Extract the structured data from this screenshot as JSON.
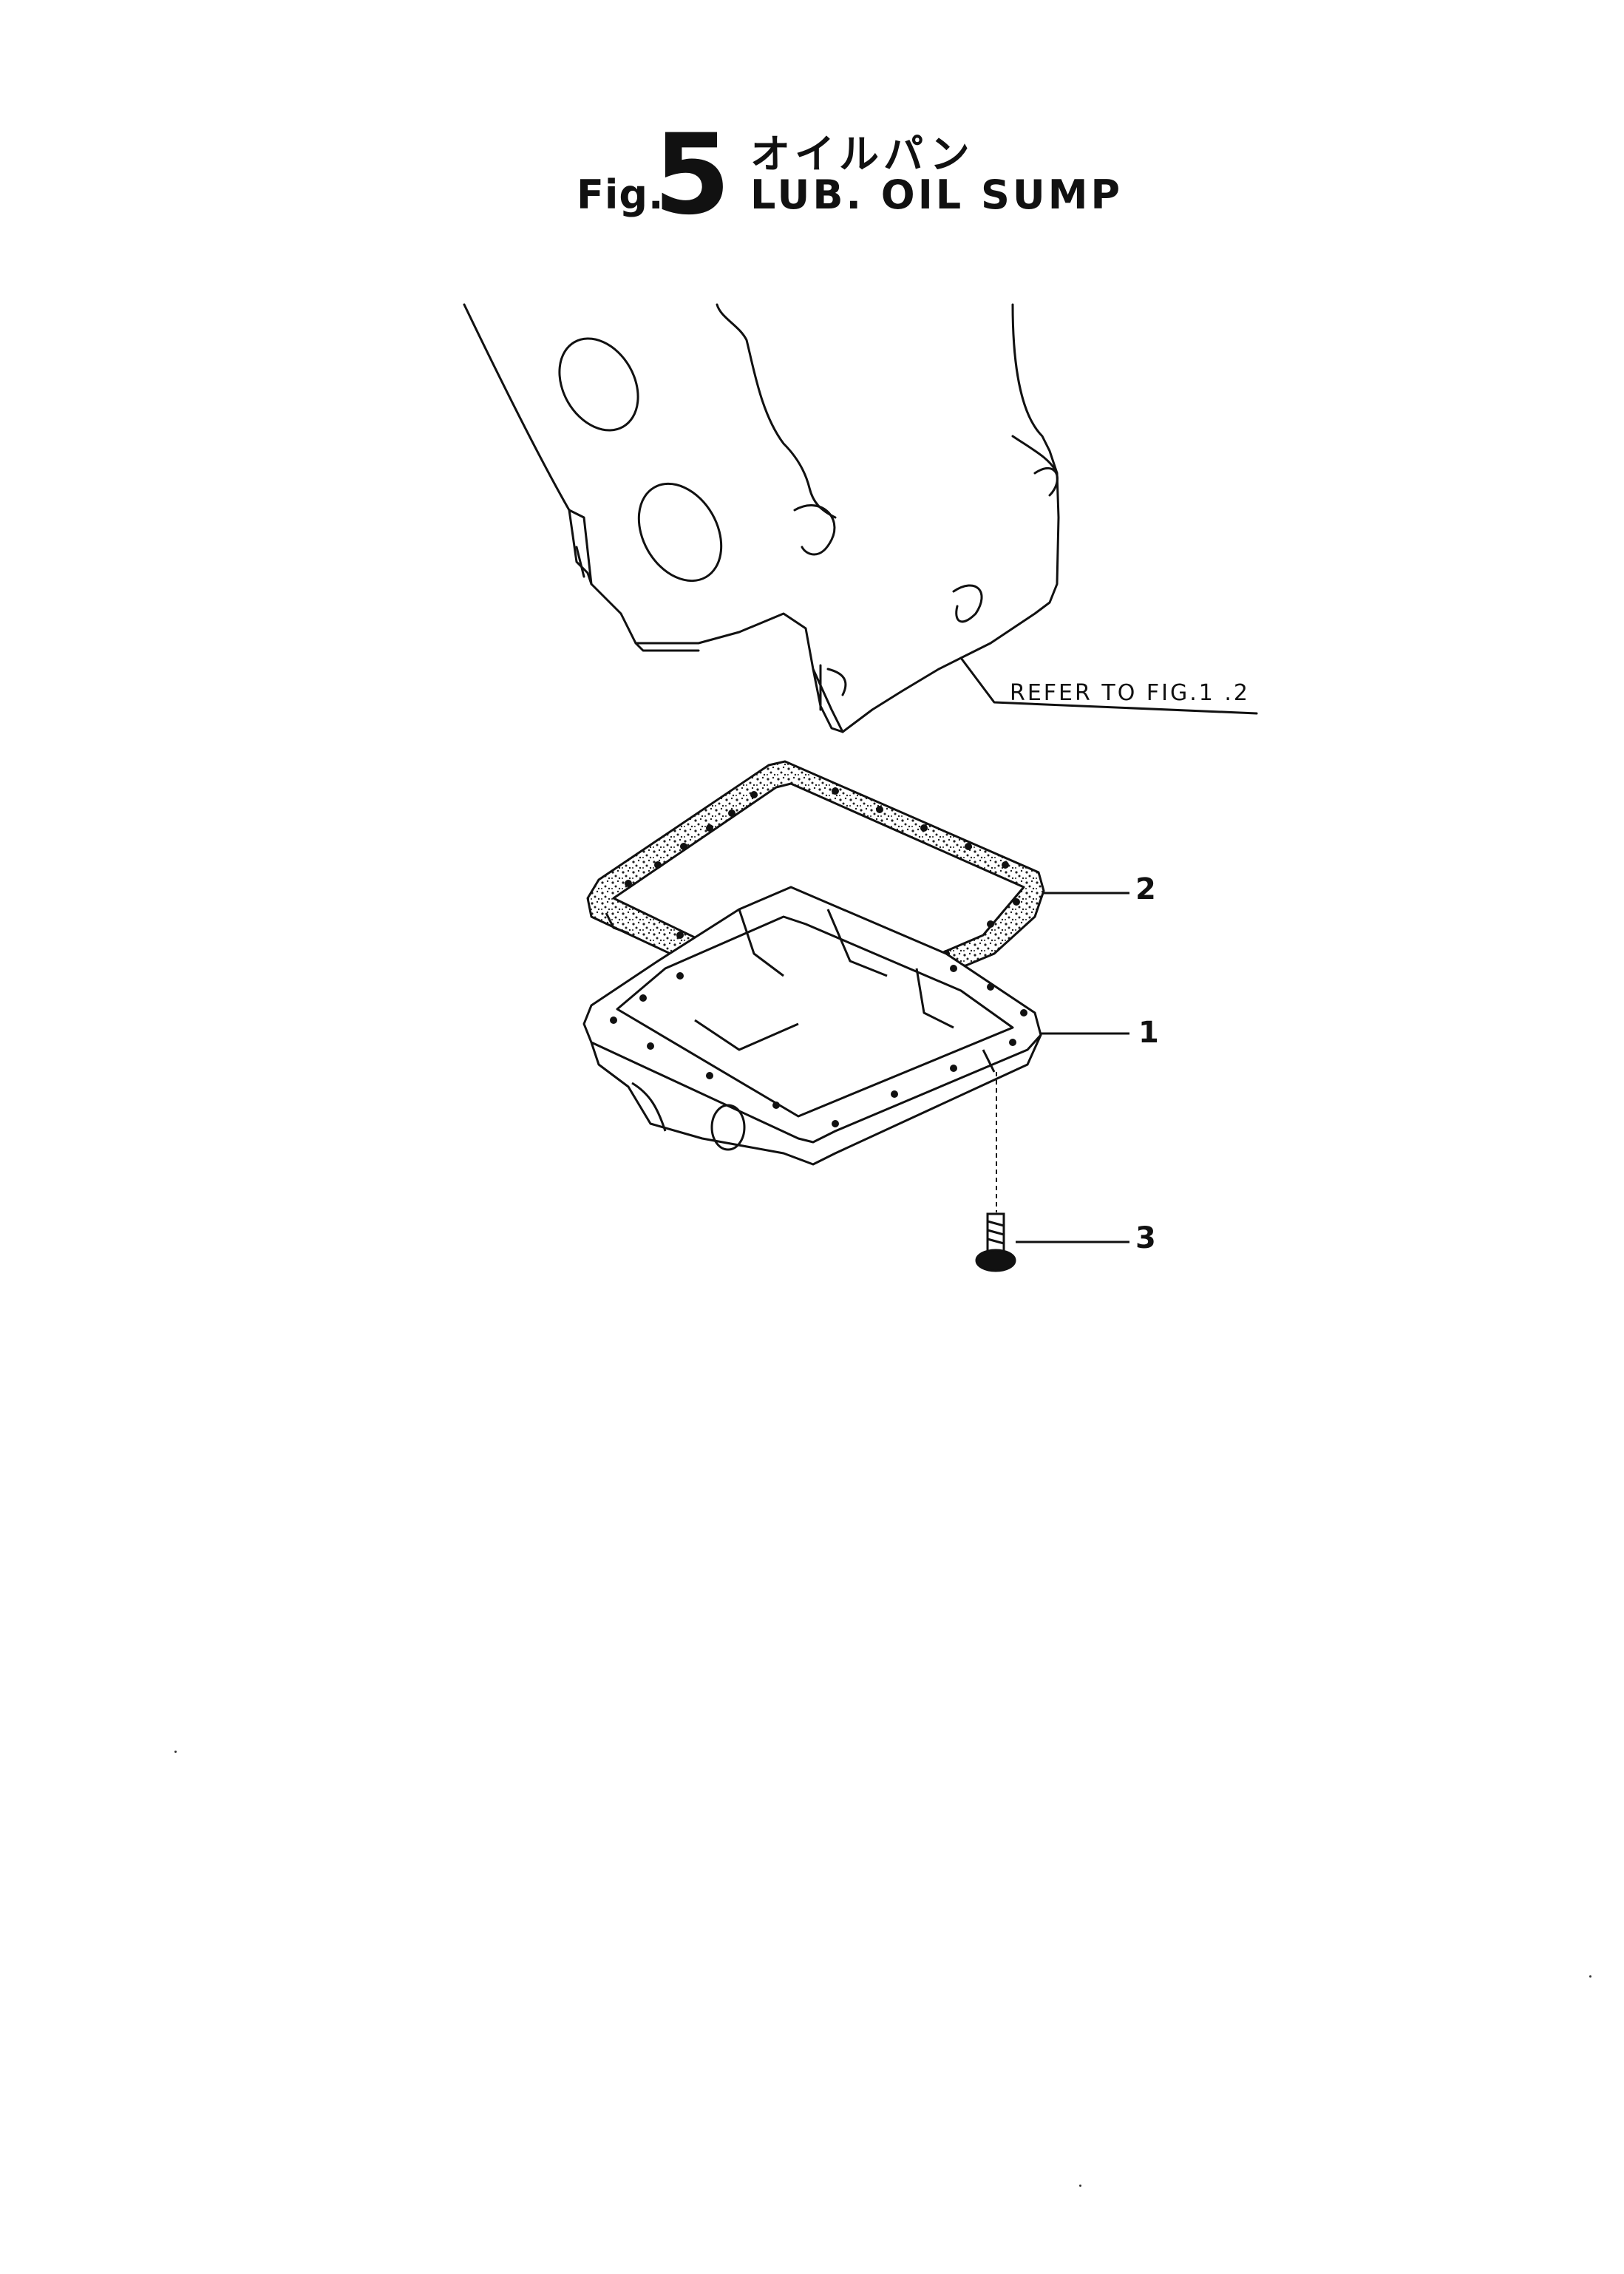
{
  "title": {
    "fig_prefix": "Fig.",
    "fig_number": "5",
    "japanese": "オイルパン",
    "english": "LUB. OIL SUMP"
  },
  "reference_note": "REFER TO FIG.1 .2",
  "callouts": [
    "2",
    "1",
    "3"
  ],
  "colors": {
    "line": "#111111",
    "background": "#ffffff"
  }
}
